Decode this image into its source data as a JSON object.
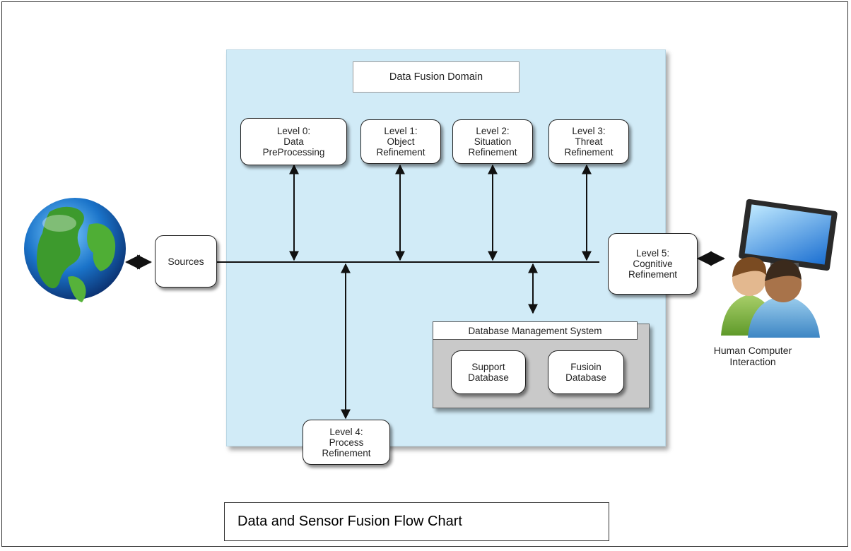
{
  "domain_title": "Data Fusion Domain",
  "nodes": {
    "sources": "Sources",
    "level0": "Level 0:\nData\nPreProcessing",
    "level1": "Level 1:\nObject\nRefinement",
    "level2": "Level 2:\nSituation\nRefinement",
    "level3": "Level 3:\nThreat\nRefinement",
    "level4": "Level 4:\nProcess\nRefinement",
    "level5": "Level 5:\nCognitive\nRefinement",
    "support_db": "Support\nDatabase",
    "fusion_db": "Fusioin\nDatabase"
  },
  "dbms_title": "Database Management System",
  "hci_label": "Human Computer\nInteraction",
  "caption": "Data and Sensor Fusion Flow Chart",
  "colors": {
    "domain_bg": "#d1ebf7",
    "dbms_bg": "#c9c9c9",
    "line": "#111111"
  },
  "icons": [
    "globe-icon",
    "users-computer-icon"
  ]
}
